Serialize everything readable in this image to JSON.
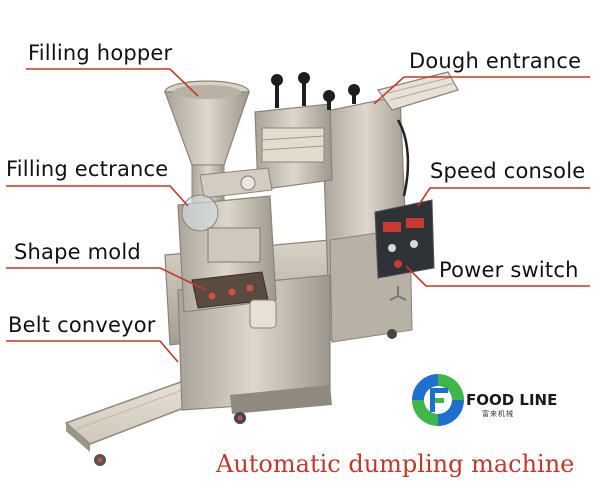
{
  "labels": {
    "filling_hopper": "Filling hopper",
    "dough_entrance": "Dough entrance",
    "filling_ectrance": "Filling ectrance",
    "speed_console": "Speed console",
    "shape_mold": "Shape mold",
    "power_switch": "Power switch",
    "belt_conveyor": "Belt conveyor"
  },
  "caption": "Automatic dumpling machine",
  "logo": {
    "name": "FOOD LINE",
    "subtitle": "富来机械",
    "colors": {
      "blue": "#1f6fd1",
      "green": "#3fb54a"
    }
  },
  "colors": {
    "leader": "#c0392b",
    "caption": "#c0392b",
    "steel": "#c9c3b8"
  }
}
